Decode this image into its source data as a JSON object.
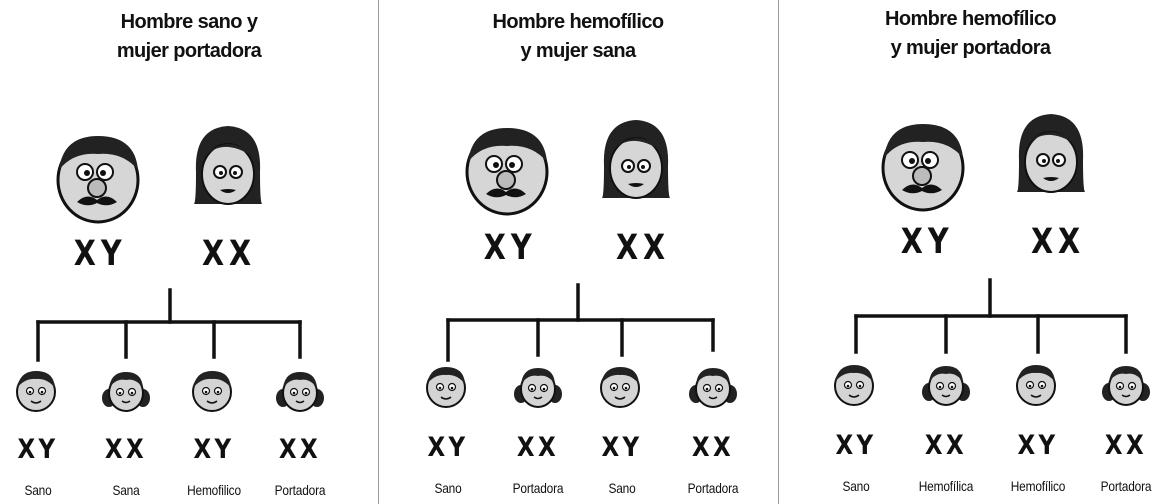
{
  "panels": [
    {
      "title_line1": "Hombre sano y",
      "title_line2": "mujer portadora",
      "father_genotype": "XY",
      "mother_genotype": "XX",
      "children": [
        {
          "genotype": "XY",
          "label": "Sano",
          "sex": "boy"
        },
        {
          "genotype": "XX",
          "label": "Sana",
          "sex": "girl"
        },
        {
          "genotype": "XY",
          "label": "Hemofilico",
          "sex": "boy"
        },
        {
          "genotype": "XX",
          "label": "Portadora",
          "sex": "girl"
        }
      ]
    },
    {
      "title_line1": "Hombre hemofílico",
      "title_line2": "y mujer sana",
      "father_genotype": "XY",
      "mother_genotype": "XX",
      "children": [
        {
          "genotype": "XY",
          "label": "Sano",
          "sex": "boy"
        },
        {
          "genotype": "XX",
          "label": "Portadora",
          "sex": "girl"
        },
        {
          "genotype": "XY",
          "label": "Sano",
          "sex": "boy"
        },
        {
          "genotype": "XX",
          "label": "Portadora",
          "sex": "girl"
        }
      ]
    },
    {
      "title_line1": "Hombre hemofílico",
      "title_line2": "y mujer portadora",
      "father_genotype": "XY",
      "mother_genotype": "XX",
      "children": [
        {
          "genotype": "XY",
          "label": "Sano",
          "sex": "boy"
        },
        {
          "genotype": "XX",
          "label": "Hemofílica",
          "sex": "girl"
        },
        {
          "genotype": "XY",
          "label": "Hemofílico",
          "sex": "boy"
        },
        {
          "genotype": "XX",
          "label": "Portadora",
          "sex": "girl"
        }
      ]
    }
  ]
}
